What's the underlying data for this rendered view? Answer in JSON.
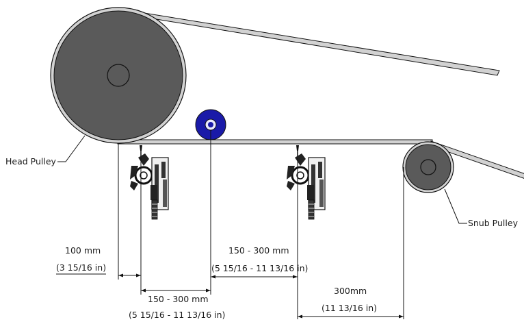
{
  "labels": {
    "head_pulley": "Head Pulley",
    "snub_pulley": "Snub Pulley"
  },
  "dimensions": {
    "offset_mm": "100 mm",
    "offset_in": "(3 15/16 in)",
    "spacing_top_mm": "150 - 300 mm",
    "spacing_top_in": "(5 15/16 - 11 13/16 in)",
    "spacing_bottom_mm": "150 - 300 mm",
    "spacing_bottom_in": "(5 15/16 - 11 13/16 in)",
    "end_mm": "300mm",
    "end_in": "(11 13/16 in)"
  },
  "colors": {
    "belt": "#d2d2d2",
    "pulley": "#5a5a5a",
    "roller": "#1a1aa8",
    "line": "#111111"
  }
}
